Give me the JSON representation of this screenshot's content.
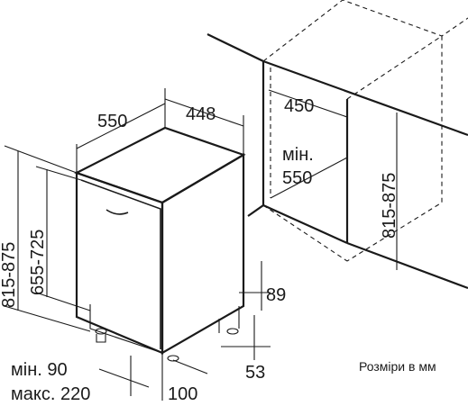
{
  "labels": {
    "depth": "550",
    "width": "448",
    "height_range": "815-875",
    "inner_height_range": "655-725",
    "niche_width": "450",
    "niche_min_label": "мін.",
    "niche_min_depth": "550",
    "niche_height_range": "815-875",
    "plinth_89": "89",
    "plinth_53": "53",
    "min_90": "мін. 90",
    "max_220": "макс. 220",
    "gap_100": "100",
    "units_note": "Розміри в мм"
  },
  "colors": {
    "line": "#1a1a1a",
    "background": "#ffffff"
  }
}
